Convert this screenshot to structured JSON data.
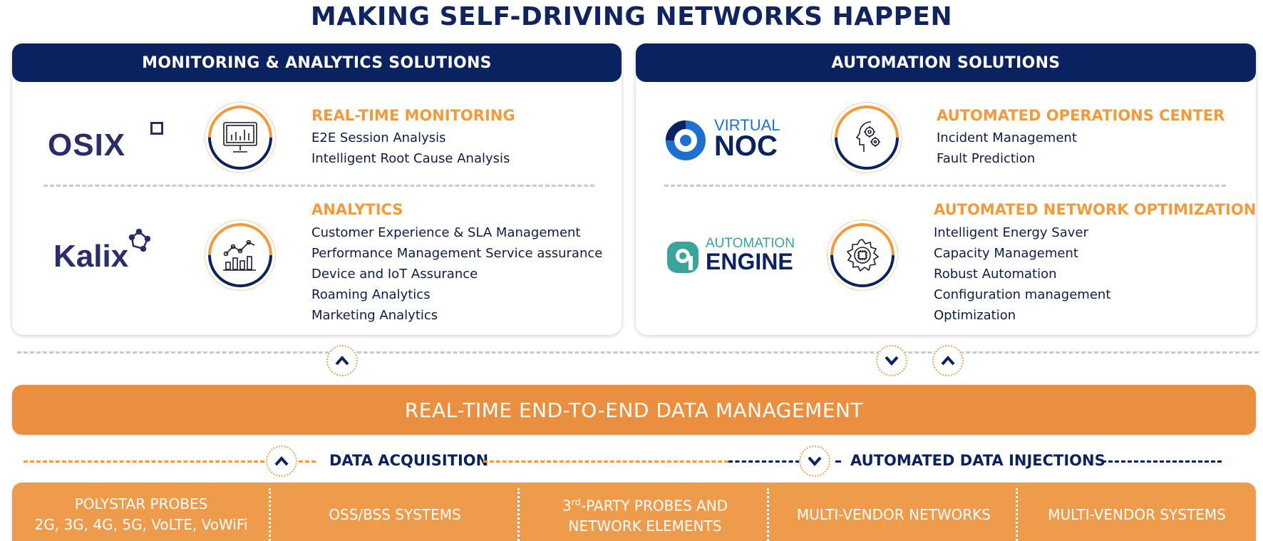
{
  "title": "MAKING SELF-DRIVING NETWORKS HAPPEN",
  "colors": {
    "navy": "#0b2260",
    "orange": "#e98f3f",
    "accent_orange": "#f29a3c",
    "teal": "#3aa39a",
    "blue": "#1f6fd1"
  },
  "left_panel": {
    "header": "MONITORING & ANALYTICS SOLUTIONS",
    "rows": [
      {
        "logo": {
          "text": "OSIX",
          "icon": "square-outline-icon"
        },
        "icon": "monitor-chart-icon",
        "title": "REAL-TIME MONITORING",
        "features": [
          "E2E Session Analysis",
          "Intelligent Root Cause Analysis"
        ]
      },
      {
        "logo": {
          "text": "Kalix",
          "icon": "network-node-icon"
        },
        "icon": "analytics-chart-icon",
        "title": "ANALYTICS",
        "features": [
          "Customer Experience & SLA Management",
          "Performance Management Service assurance",
          "Device and IoT Assurance",
          "Roaming Analytics",
          "Marketing Analytics"
        ]
      }
    ]
  },
  "right_panel": {
    "header": "AUTOMATION SOLUTIONS",
    "rows": [
      {
        "logo": {
          "small": "VIRTUAL",
          "big": "NOC",
          "icon": "ring-logo-icon"
        },
        "icon": "head-gears-icon",
        "title": "AUTOMATED OPERATIONS CENTER",
        "features": [
          "Incident Management",
          "Fault Prediction"
        ]
      },
      {
        "logo": {
          "small": "AUTOMATION",
          "big": "ENGINE",
          "icon": "a-mark-logo-icon"
        },
        "icon": "gear-chip-icon",
        "title": "AUTOMATED NETWORK OPTIMIZATION",
        "features": [
          "Intelligent Energy Saver",
          "Capacity Management",
          "Robust Automation",
          "Configuration management",
          "Optimization"
        ]
      }
    ]
  },
  "data_bar": {
    "title": "REAL-TIME END-TO-END DATA MANAGEMENT"
  },
  "flow": {
    "acquisition": "DATA ACQUISITION",
    "injection": "AUTOMATED DATA INJECTIONS"
  },
  "sources": [
    {
      "line1": "POLYSTAR PROBES",
      "line2": "2G, 3G, 4G, 5G, VoLTE, VoWiFi"
    },
    {
      "line1": "OSS/BSS SYSTEMS"
    },
    {
      "pre": "3",
      "sup": "rd",
      "line1": "-PARTY PROBES AND",
      "line2": "NETWORK ELEMENTS"
    },
    {
      "line1": "MULTI-VENDOR NETWORKS"
    },
    {
      "line1": "MULTI-VENDOR SYSTEMS"
    }
  ]
}
